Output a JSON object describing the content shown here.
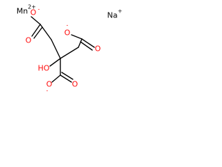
{
  "colors": {
    "oxygen": "#ff0d0d",
    "carbon": "#000000",
    "background": "#ffffff"
  },
  "labels": {
    "mn": "Mn",
    "mn_charge": "2+",
    "na": "Na",
    "na_charge": "+",
    "o_top": "O",
    "o_top_charge": "-",
    "o_dbl_left": "O",
    "o_right_top": "O",
    "o_right_top_charge": "-",
    "o_dbl_right": "O",
    "ho": "HO",
    "o_bottom_left": "O",
    "o_bottom_left_charge": "-",
    "o_dbl_bottom": "O"
  }
}
